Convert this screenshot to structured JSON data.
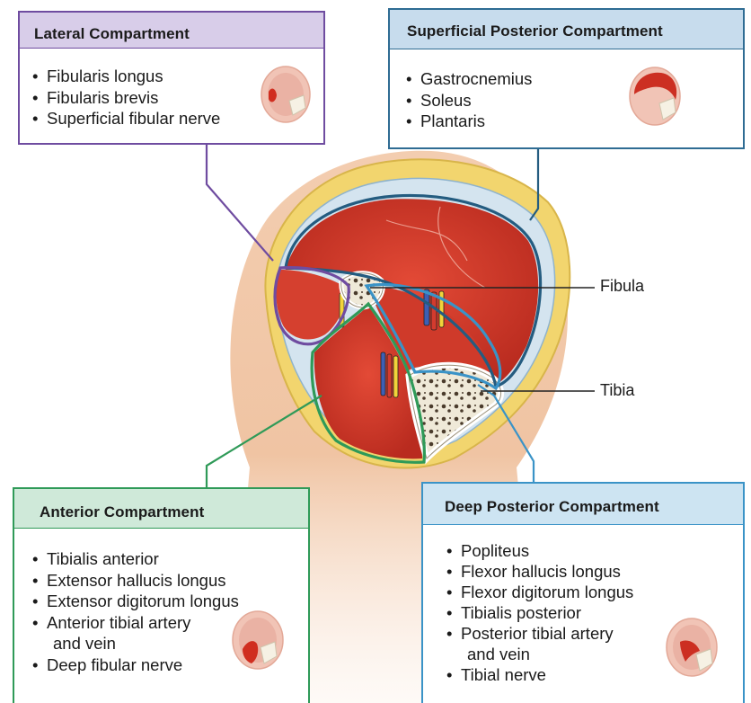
{
  "colors": {
    "lateral": "#6f4ca0",
    "lateral_header": "#d8cde9",
    "superficial_posterior": "#2f6c93",
    "superficial_posterior_header": "#c7dced",
    "anterior": "#2f9a58",
    "anterior_header": "#cfe9d9",
    "deep_posterior": "#3a93c7",
    "deep_posterior_header": "#cde4f2",
    "muscle": "#d8392b",
    "fat": "#f0d468",
    "fascia": "#cfe0ec",
    "skin": "#f1c7a6",
    "bone": "#ece6d2"
  },
  "compartments": {
    "lateral": {
      "title": "Lateral Compartment",
      "items": [
        "Fibularis longus",
        "Fibularis brevis",
        "Superficial fibular nerve"
      ]
    },
    "superficial_posterior": {
      "title": "Superficial Posterior Compartment",
      "items": [
        "Gastrocnemius",
        "Soleus",
        "Plantaris"
      ]
    },
    "anterior": {
      "title": "Anterior Compartment",
      "items": [
        "Tibialis anterior",
        "Extensor hallucis longus",
        "Extensor digitorum longus",
        "Anterior tibial artery",
        "and vein",
        "Deep fibular nerve"
      ]
    },
    "deep_posterior": {
      "title": "Deep Posterior Compartment",
      "items": [
        "Popliteus",
        "Flexor hallucis longus",
        "Flexor digitorum longus",
        "Tibialis posterior",
        "Posterior tibial artery",
        "and vein",
        "Tibial nerve"
      ]
    }
  },
  "labels": {
    "fibula": "Fibula",
    "tibia": "Tibia"
  }
}
